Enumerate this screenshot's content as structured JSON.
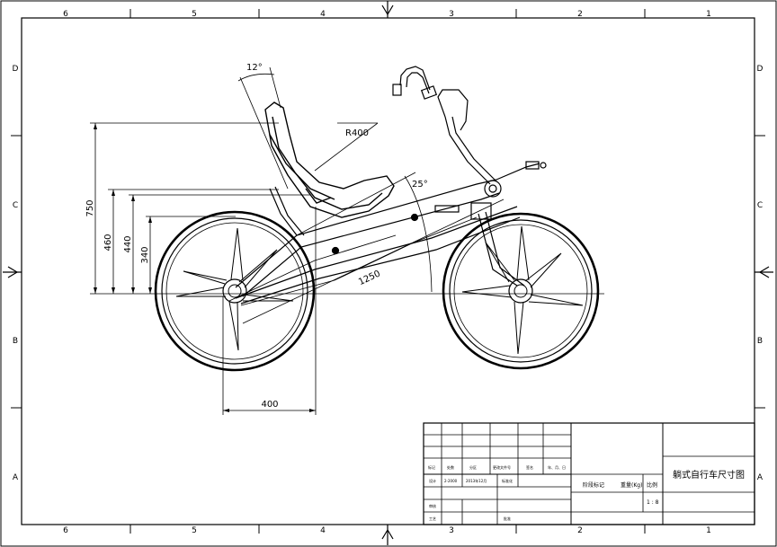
{
  "frame": {
    "zones_top": [
      "6",
      "5",
      "4",
      "3",
      "2",
      "1"
    ],
    "zones_bottom": [
      "6",
      "5",
      "4",
      "3",
      "2",
      "1"
    ],
    "zones_left": [
      "D",
      "C",
      "B",
      "A"
    ],
    "zones_right": [
      "D",
      "C",
      "B",
      "A"
    ]
  },
  "dimensions": {
    "seat_angle": "12°",
    "seat_radius": "R400",
    "height_top": "750",
    "height_seat": "460",
    "height_mid": "440",
    "height_low": "340",
    "frame_angle": "25°",
    "frame_length": "1250",
    "rear_offset": "400"
  },
  "title_block": {
    "drawing_title": "躺式自行车尺寸图",
    "label_mark": "标记",
    "label_count": "处数",
    "label_zone": "分区",
    "label_change_doc": "更改文件号",
    "label_signature": "签名",
    "label_date": "年、月、日",
    "label_design": "设计",
    "designer": "2-2000",
    "design_date": "2013年12月",
    "label_standard": "标准化",
    "label_stage": "阶段标记",
    "label_weight": "重量(Kg)",
    "label_scale": "比例",
    "scale_value": "1 : 8",
    "label_review": "审核",
    "label_process": "工艺",
    "label_approve": "批准"
  }
}
